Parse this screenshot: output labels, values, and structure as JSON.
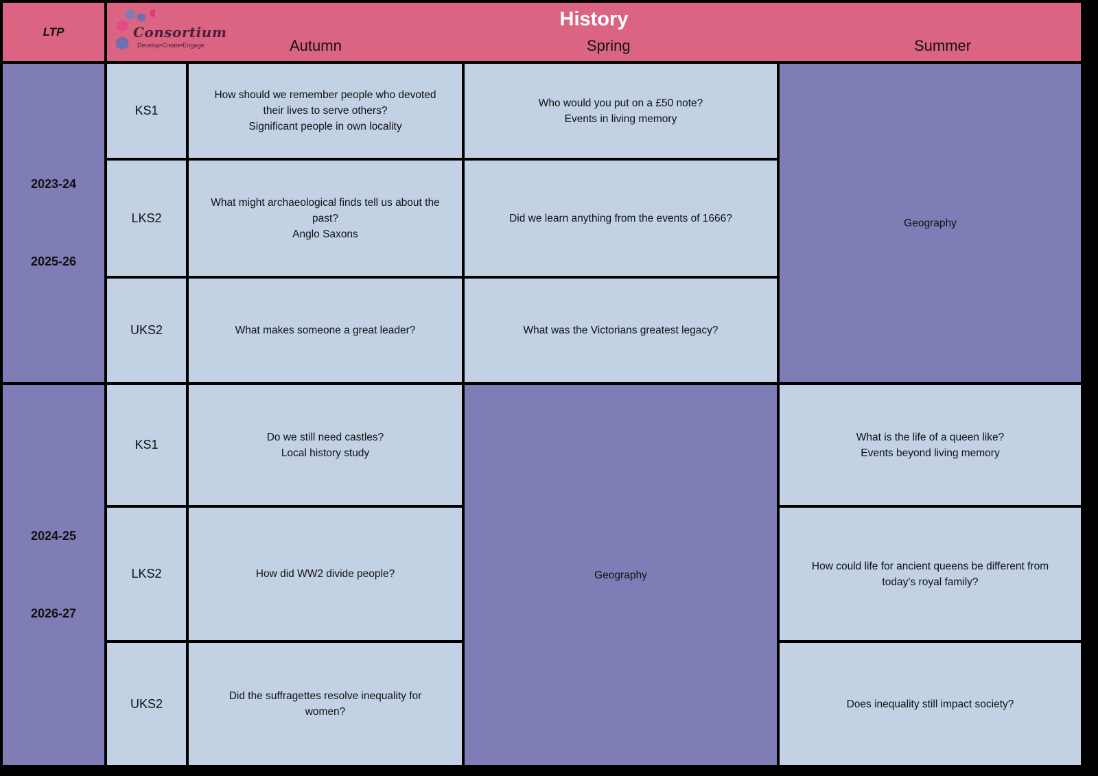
{
  "header": {
    "ltp_label": "LTP",
    "title": "History",
    "logo_text": "Consortium",
    "logo_tagline": "Develop•Create•Engage",
    "terms": [
      "Autumn",
      "Spring",
      "Summer"
    ]
  },
  "cycle_a": {
    "years": [
      "2023-24",
      "2025-26"
    ],
    "rows": [
      {
        "stage": "KS1",
        "autumn": [
          "How should we remember people who devoted",
          "their lives to serve others?",
          "Significant people in own locality"
        ],
        "spring": [
          "Who would you put on a £50 note?",
          "Events in living memory"
        ]
      },
      {
        "stage": "LKS2",
        "autumn": [
          "What might archaeological finds tell us about the",
          "past?",
          "Anglo Saxons"
        ],
        "spring": [
          "Did we learn anything from the events of 1666?"
        ]
      },
      {
        "stage": "UKS2",
        "autumn": [
          "What makes someone a great leader?"
        ],
        "spring": [
          "What was the Victorians greatest legacy?"
        ]
      }
    ],
    "summer": "Geography"
  },
  "cycle_b": {
    "years": [
      "2024-25",
      "2026-27"
    ],
    "rows": [
      {
        "stage": "KS1",
        "autumn": [
          "Do we still need castles?",
          "Local history study"
        ],
        "summer": [
          "What is the life of a queen like?",
          "Events beyond living memory"
        ]
      },
      {
        "stage": "LKS2",
        "autumn": [
          "How did WW2 divide people?"
        ],
        "summer": [
          "How could life for ancient queens be different from",
          "today’s royal family?"
        ]
      },
      {
        "stage": "UKS2",
        "autumn": [
          "Did the suffragettes resolve inequality for",
          "women?"
        ],
        "summer": [
          "Does inequality still impact society?"
        ]
      }
    ],
    "spring": "Geography"
  },
  "colors": {
    "header": "#dc6483",
    "cell": "#c3d1e5",
    "year_band": "#7f7db6",
    "border": "#000000"
  }
}
